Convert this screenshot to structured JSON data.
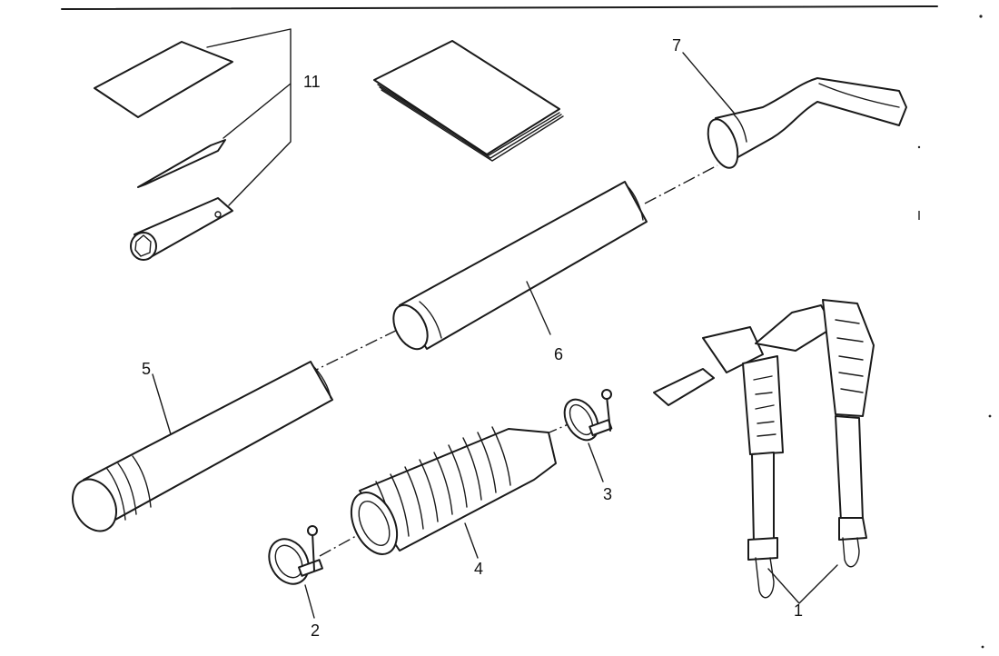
{
  "diagram": {
    "callouts": [
      {
        "id": "callout-1",
        "label": "1"
      },
      {
        "id": "callout-2",
        "label": "2"
      },
      {
        "id": "callout-3",
        "label": "3"
      },
      {
        "id": "callout-4",
        "label": "4"
      },
      {
        "id": "callout-5",
        "label": "5"
      },
      {
        "id": "callout-6",
        "label": "6"
      },
      {
        "id": "callout-7",
        "label": "7"
      },
      {
        "id": "callout-11",
        "label": "11"
      }
    ]
  }
}
